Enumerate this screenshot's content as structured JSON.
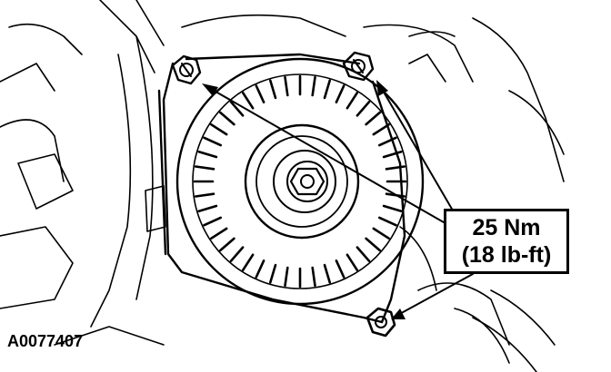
{
  "callout": {
    "torque_nm": "25 Nm",
    "torque_lbft": "(18 lb-ft)"
  },
  "figure": {
    "id": "A0077407"
  },
  "colors": {
    "ink": "#000000",
    "paper": "#ffffff"
  },
  "icons": [
    "bolt-icon",
    "alternator-pulley-icon",
    "leader-arrow-icon"
  ]
}
